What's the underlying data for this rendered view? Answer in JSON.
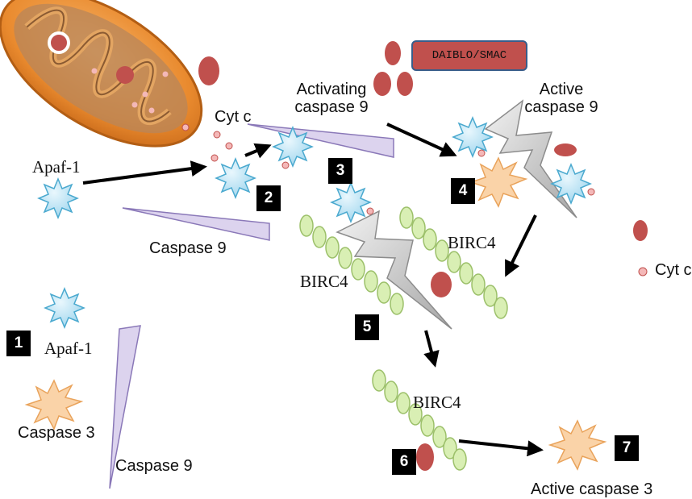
{
  "labels": {
    "cyt_c_top": "Cyt c",
    "activating_caspase9": [
      "Activating",
      "caspase 9"
    ],
    "active_caspase9": [
      "Active",
      "caspase 9"
    ],
    "apaf1_top": "Apaf-1",
    "caspase9_mid": "Caspase 9",
    "birc4_left": "BIRC4",
    "birc4_right": "BIRC4",
    "birc4_bottom": "BIRC4",
    "cyt_c_legend": "Cyt c",
    "apaf1_legend": "Apaf-1",
    "caspase3_legend": "Caspase 3",
    "caspase9_legend": "Caspase 9",
    "active_caspase3": "Active caspase 3",
    "smac_box": "DAIBLO/SMAC"
  },
  "steps": [
    "1",
    "2",
    "3",
    "4",
    "5",
    "6",
    "7"
  ],
  "colors": {
    "apaf": "#b8e4f4",
    "apaf_stroke": "#4aa9cf",
    "caspase9": "#dcd3ee",
    "caspase9_stroke": "#8a78b8",
    "birc4": "#d9efb4",
    "birc4_stroke": "#9cc06a",
    "caspase3": "#fad3a8",
    "caspase3_stroke": "#e9a35b",
    "smac_red": "#c0504d",
    "cytc_pink": "#f4b8b8",
    "mito_orange": "#e8892f"
  }
}
